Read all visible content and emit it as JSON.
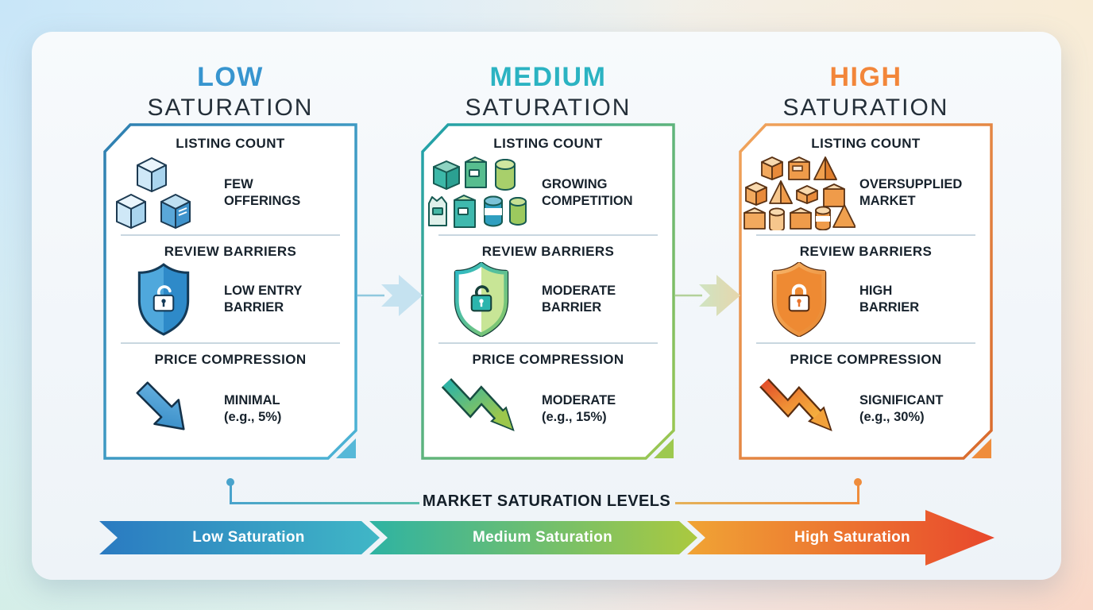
{
  "columns": [
    {
      "level": "LOW",
      "title_word2": "SATURATION",
      "accent": "#3795cf",
      "sections": {
        "listing": {
          "header": "LISTING COUNT",
          "value": "FEW\nOFFERINGS"
        },
        "review": {
          "header": "REVIEW BARRIERS",
          "value": "LOW ENTRY\nBARRIER"
        },
        "price": {
          "header": "PRICE COMPRESSION",
          "value": "MINIMAL\n(e.g., 5%)"
        }
      }
    },
    {
      "level": "MEDIUM",
      "title_word2": "SATURATION",
      "accent": "#2bb3c2",
      "sections": {
        "listing": {
          "header": "LISTING COUNT",
          "value": "GROWING\nCOMPETITION"
        },
        "review": {
          "header": "REVIEW BARRIERS",
          "value": "MODERATE\nBARRIER"
        },
        "price": {
          "header": "PRICE COMPRESSION",
          "value": "MODERATE\n(e.g., 15%)"
        }
      }
    },
    {
      "level": "HIGH",
      "title_word2": "SATURATION",
      "accent": "#f2863a",
      "sections": {
        "listing": {
          "header": "LISTING COUNT",
          "value": "OVERSUPPLIED\nMARKET"
        },
        "review": {
          "header": "REVIEW BARRIERS",
          "value": "HIGH\nBARRIER"
        },
        "price": {
          "header": "PRICE COMPRESSION",
          "value": "SIGNIFICANT\n(e.g., 30%)"
        }
      }
    }
  ],
  "footer": {
    "title": "MARKET SATURATION LEVELS",
    "segments": [
      "Low Saturation",
      "Medium Saturation",
      "High Saturation"
    ]
  },
  "colors": {
    "low_accent": "#3795cf",
    "medium_accent": "#2bb3c2",
    "high_accent": "#f2863a",
    "bar_start": "#2a7ac1",
    "bar_mid": "#9cc74c",
    "bar_end": "#e8472c",
    "title_dark": "#242f39"
  }
}
